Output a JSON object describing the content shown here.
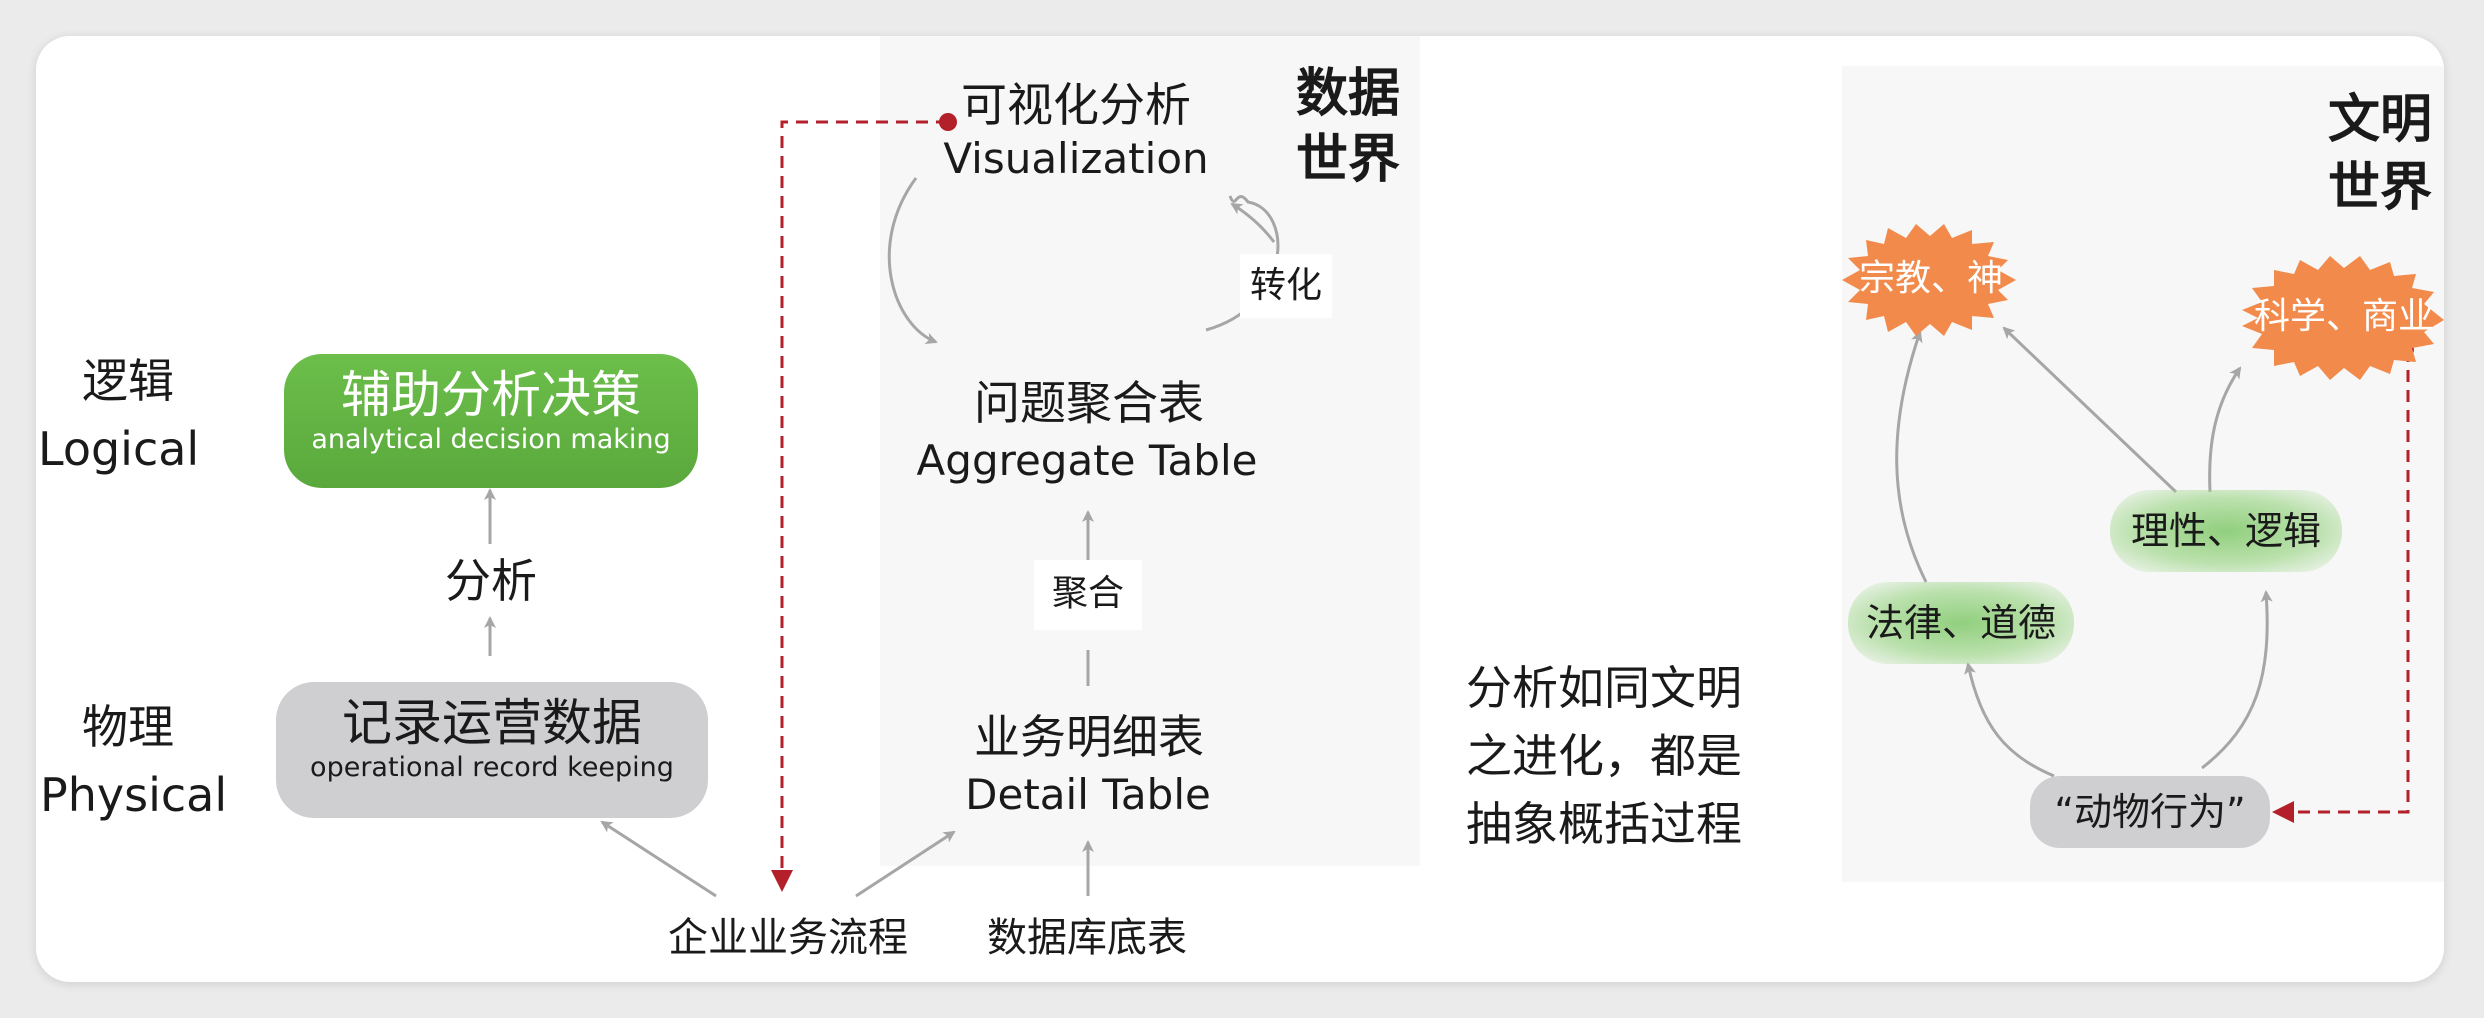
{
  "left": {
    "logical": {
      "cn": "逻辑",
      "en": "Logical"
    },
    "physical": {
      "cn": "物理",
      "en": "Physical"
    },
    "decision": {
      "cn": "辅助分析决策",
      "en": "analytical decision making"
    },
    "analysis": "分析",
    "record": {
      "cn": "记录运营数据",
      "en": "operational record keeping"
    }
  },
  "bottom": {
    "enterprise": "企业业务流程",
    "database": "数据库底表"
  },
  "data_world": {
    "title_line1": "数据",
    "title_line2": "世界",
    "visualization": {
      "cn": "可视化分析",
      "en": "Visualization"
    },
    "transform": "转化",
    "aggregate": {
      "cn": "问题聚合表",
      "en": "Aggregate Table"
    },
    "aggregate_label": "聚合",
    "detail": {
      "cn": "业务明细表",
      "en": "Detail Table"
    }
  },
  "middle_text": [
    "分析如同文明",
    "之进化，都是",
    "抽象概括过程"
  ],
  "civ_world": {
    "title_line1": "文明",
    "title_line2": "世界",
    "religion": "宗教、神",
    "science": "科学、商业",
    "reason": "理性、逻辑",
    "law": "法律、道德",
    "animal": "“动物行为”"
  },
  "colors": {
    "green": "#5fb041",
    "gray": "#cfcfd1",
    "orange": "#f28a4b",
    "red": "#b3202a",
    "arrow": "#a6a6a6"
  }
}
